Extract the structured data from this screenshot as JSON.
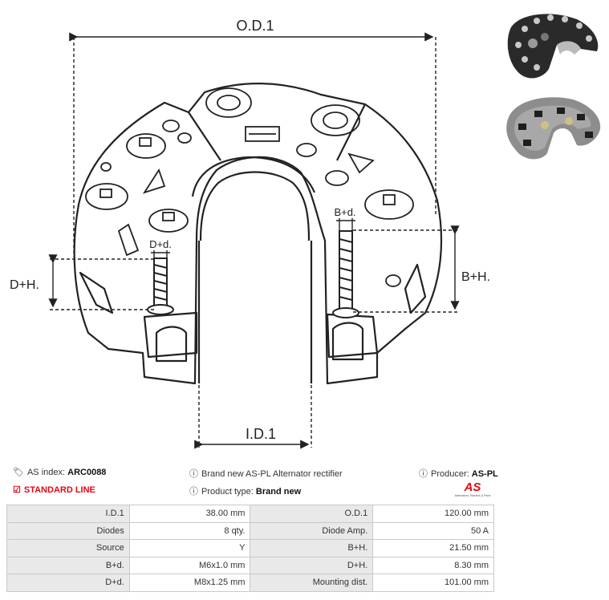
{
  "dimensions": {
    "od1": "O.D.1",
    "id1": "I.D.1",
    "dh": "D+H.",
    "bh": "B+H.",
    "dd": "D+d.",
    "bd": "B+d."
  },
  "info": {
    "index_label": "AS index:",
    "index_value": "ARC0088",
    "standard_line": "STANDARD LINE",
    "description": "Brand new AS-PL Alternator rectifier",
    "product_type_label": "Product type:",
    "product_type_value": "Brand new",
    "producer_label": "Producer:",
    "producer_value": "AS-PL"
  },
  "brand": {
    "logo_text": "AS",
    "tagline": "Alternators, Starters & Parts",
    "color": "#e30613"
  },
  "specs": [
    {
      "l1": "I.D.1",
      "v1": "38.00 mm",
      "l2": "O.D.1",
      "v2": "120.00 mm"
    },
    {
      "l1": "Diodes",
      "v1": "8 qty.",
      "l2": "Diode Amp.",
      "v2": "50 A"
    },
    {
      "l1": "Source",
      "v1": "Y",
      "l2": "B+H.",
      "v2": "21.50 mm"
    },
    {
      "l1": "B+d.",
      "v1": "M6x1.0 mm",
      "l2": "D+H.",
      "v2": "8.30 mm"
    },
    {
      "l1": "D+d.",
      "v1": "M8x1.25 mm",
      "l2": "Mounting dist.",
      "v2": "101.00 mm"
    }
  ],
  "icons": {
    "index": "tags-icon",
    "standard_line": "checkbox-icon",
    "info": "info-circle-icon"
  }
}
